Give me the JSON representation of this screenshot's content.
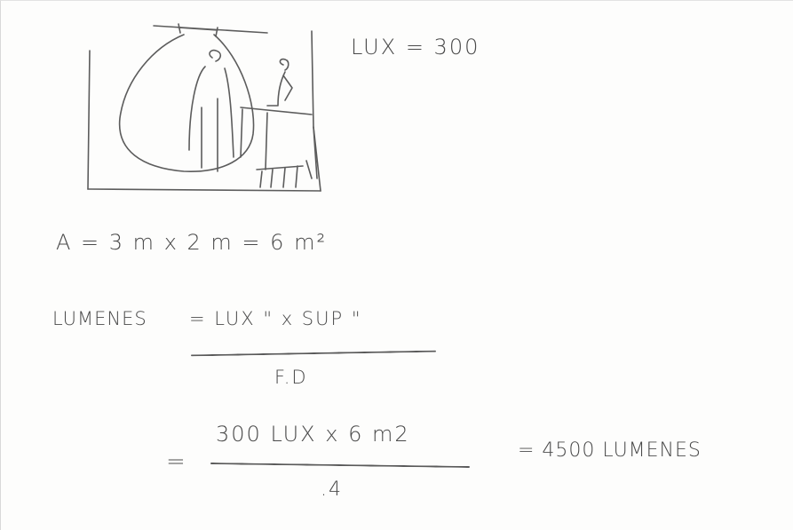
{
  "sketch": {
    "lux_label": "LUX = 300"
  },
  "area": {
    "formula": "A = 3 m x 2 m = 6 m²"
  },
  "lumen_formula": {
    "lhs": "LUMENES",
    "numerator": "= LUX \" x SUP \"",
    "denominator": "F.D"
  },
  "calculation": {
    "equals": "=",
    "numerator": "300 LUX x 6 m2",
    "denominator": ".4",
    "result": "= 4500 LUMENES"
  }
}
